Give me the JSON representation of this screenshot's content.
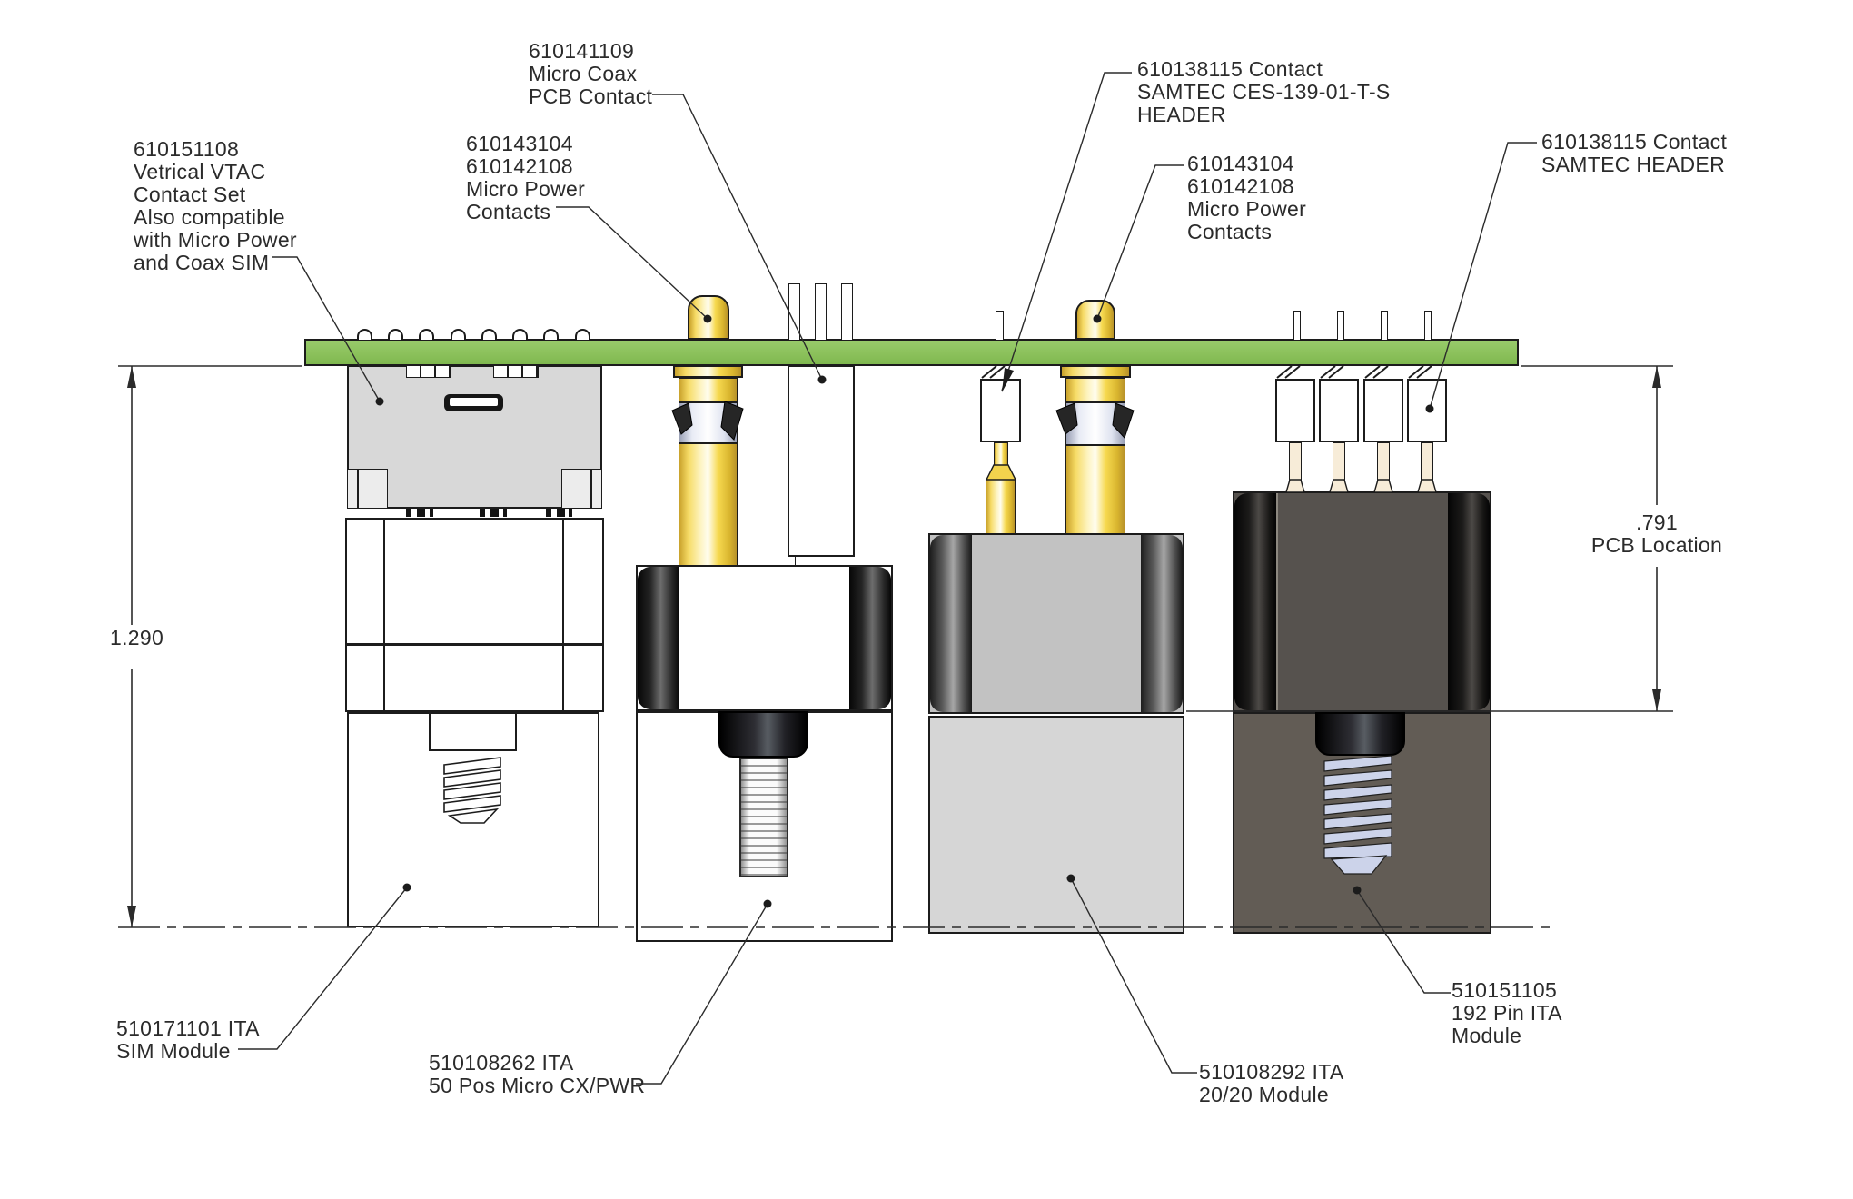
{
  "callouts": {
    "vtac": {
      "lines": [
        "610151108",
        "Vetrical VTAC",
        "Contact Set",
        "Also compatible",
        "with Micro Power",
        "and Coax SIM"
      ]
    },
    "micro_coax": {
      "lines": [
        "610141109",
        "Micro Coax",
        "PCB Contact"
      ]
    },
    "micro_power_left": {
      "lines": [
        "610143104",
        "610142108",
        "Micro Power",
        "Contacts"
      ]
    },
    "samtec_ces": {
      "lines": [
        "610138115 Contact",
        "SAMTEC CES-139-01-T-S",
        "HEADER"
      ]
    },
    "micro_power_right": {
      "lines": [
        "610143104",
        "610142108",
        "Micro Power",
        "Contacts"
      ]
    },
    "samtec_header": {
      "lines": [
        "610138115 Contact",
        "SAMTEC HEADER"
      ]
    },
    "sim_module": {
      "lines": [
        "510171101 ITA",
        "SIM Module"
      ]
    },
    "micro_cx_pwr": {
      "lines": [
        "510108262 ITA",
        "50 Pos Micro CX/PWR"
      ]
    },
    "module_2020": {
      "lines": [
        "510108292 ITA",
        "20/20 Module"
      ]
    },
    "ita_192": {
      "lines": [
        "510151105",
        "192 Pin ITA",
        "Module"
      ]
    }
  },
  "dimensions": {
    "overall_height": "1.290",
    "pcb_location_value": ".791",
    "pcb_location_label": "PCB Location"
  },
  "colors": {
    "pcb_green": "#8CC15C",
    "contact_gold": "#F2D34D",
    "contact_silver": "#E7EBF4",
    "module_charcoal": "#56524E",
    "module_gray": "#C9C9C9",
    "drawing_line": "#1C1C1C"
  }
}
